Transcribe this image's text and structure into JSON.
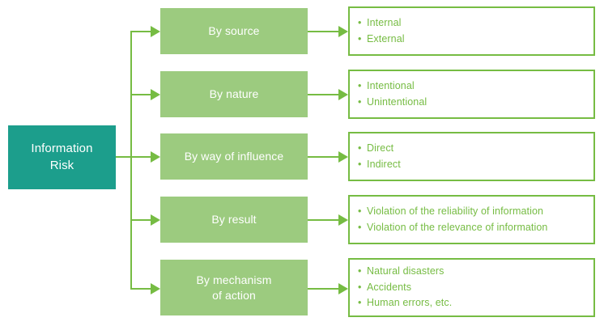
{
  "diagram": {
    "root": {
      "label": "Information\nRisk",
      "fill": "#1C9E8C",
      "text_color": "#ffffff"
    },
    "branch_color": "#76BC43",
    "category_fill": "#9CCB7F",
    "list_border": "#76BC43",
    "list_text_color": "#76BC43",
    "branches": [
      {
        "category": "By source",
        "items": [
          "Internal",
          "External"
        ]
      },
      {
        "category": "By nature",
        "items": [
          "Intentional",
          "Unintentional"
        ]
      },
      {
        "category": "By way of influence",
        "items": [
          "Direct",
          "Indirect"
        ]
      },
      {
        "category": "By result",
        "items": [
          "Violation of the reliability of information",
          "Violation of the relevance of information"
        ]
      },
      {
        "category": "By mechanism\nof action",
        "items": [
          "Natural disasters",
          "Accidents",
          "Human errors, etc."
        ]
      }
    ]
  }
}
